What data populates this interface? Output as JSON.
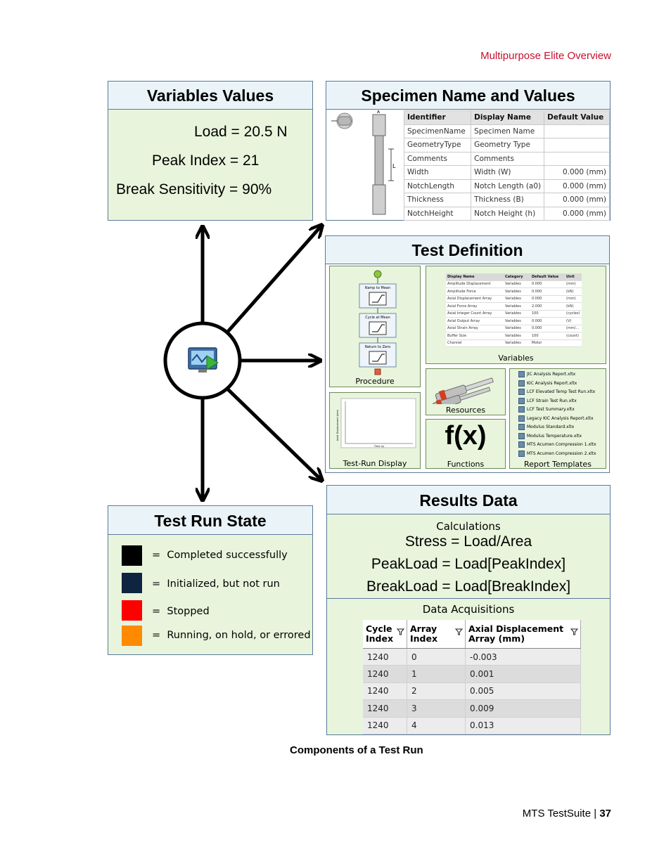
{
  "page": {
    "section_header": "Multipurpose Elite Overview",
    "caption": "Components of a Test Run",
    "footer_product": "MTS TestSuite",
    "footer_separator": "|",
    "footer_page": "37"
  },
  "colors": {
    "header_red": "#c8102e",
    "panel_green": "#e8f5dc",
    "panel_header": "#eaf4f8",
    "border": "#5b7a99",
    "arrow": "#000000"
  },
  "variables_values": {
    "title": "Variables Values",
    "lines": [
      "Load = 20.5 N",
      "Peak Index = 21",
      "Break Sensitivity = 90%"
    ]
  },
  "specimen": {
    "title": "Specimen Name and Values",
    "drawing_label_a": "A",
    "drawing_label_l": "L",
    "columns": [
      "Identifier",
      "Display Name",
      "Default Value"
    ],
    "rows": [
      [
        "SpecimenName",
        "Specimen Name",
        ""
      ],
      [
        "GeometryType",
        "Geometry Type",
        ""
      ],
      [
        "Comments",
        "Comments",
        ""
      ],
      [
        "Width",
        "Width (W)",
        "0.000 (mm)"
      ],
      [
        "NotchLength",
        "Notch Length (a0)",
        "0.000 (mm)"
      ],
      [
        "Thickness",
        "Thickness (B)",
        "0.000 (mm)"
      ],
      [
        "NotchHeight",
        "Notch Height (h)",
        "0.000 (mm)"
      ]
    ]
  },
  "test_definition": {
    "title": "Test Definition",
    "procedure": {
      "label": "Procedure",
      "steps": [
        "Ramp to Mean",
        "Cycle at Mean",
        "Return to Zero"
      ]
    },
    "variables": {
      "label": "Variables",
      "columns": [
        "Display Name",
        "Category",
        "Default Value",
        "Unit"
      ],
      "rows": [
        [
          "Amplitude Displacement",
          "Variables",
          "0.000",
          "(mm)"
        ],
        [
          "Amplitude Force",
          "Variables",
          "0.000",
          "(kN)"
        ],
        [
          "Axial Displacement Array",
          "Variables",
          "0.000",
          "(mm)"
        ],
        [
          "Axial Force Array",
          "Variables",
          "2.000",
          "(kN)"
        ],
        [
          "Axial Integer Count Array",
          "Variables",
          "100",
          "(cycles)"
        ],
        [
          "Axial Output Array",
          "Variables",
          "0.000",
          "(V)"
        ],
        [
          "Axial Strain Array",
          "Variables",
          "0.000",
          "(mm/..."
        ],
        [
          "Buffer Size",
          "Variables",
          "100",
          "(count)"
        ],
        [
          "Channel",
          "Variables",
          "Motor",
          ""
        ]
      ]
    },
    "resources_label": "Resources",
    "functions_symbol": "f(x)",
    "functions_label": "Functions",
    "test_run_display": {
      "label": "Test-Run Display",
      "xlabel": "Time (s)",
      "ylabel": "Axial Displacement (mm)"
    },
    "report_templates": {
      "label": "Report Templates",
      "items": [
        "JIC Analysis Report.xltx",
        "KIC Analysis Report.xltx",
        "LCF Elevated Temp Test Run.xltx",
        "LCF Strain Test Run.xltx",
        "LCF Test Summary.xltx",
        "Legacy KIC Analysis Report.xltx",
        "Modulus Standard.xltx",
        "Modulus Temperature.xltx",
        "MTS Acumen Compression 1.xltx",
        "MTS Acumen Compression 2.xltx"
      ]
    }
  },
  "test_run_state": {
    "title": "Test Run State",
    "states": [
      {
        "color": "#000000",
        "eq": "=",
        "label": "Completed successfully"
      },
      {
        "color": "#0f2440",
        "eq": "=",
        "label": "Initialized, but not run"
      },
      {
        "color": "#ff0000",
        "eq": "=",
        "label": "Stopped"
      },
      {
        "color": "#ff8a00",
        "eq": "=",
        "label": "Running, on hold, or errored"
      }
    ]
  },
  "results_data": {
    "title": "Results Data",
    "calculations_label": "Calculations",
    "formulas": [
      "Stress = Load/Area",
      "PeakLoad = Load[PeakIndex]",
      "BreakLoad = Load[BreakIndex]"
    ],
    "acquisitions_label": "Data Acquisitions",
    "columns": [
      {
        "line1": "Cycle",
        "line2": "Index"
      },
      {
        "line1": "Array",
        "line2": "Index"
      },
      {
        "line1": "Axial Displacement",
        "line2": "Array (mm)"
      }
    ],
    "rows": [
      [
        "1240",
        "0",
        "-0.003"
      ],
      [
        "1240",
        "1",
        "0.001"
      ],
      [
        "1240",
        "2",
        "0.005"
      ],
      [
        "1240",
        "3",
        "0.009"
      ],
      [
        "1240",
        "4",
        "0.013"
      ]
    ]
  }
}
